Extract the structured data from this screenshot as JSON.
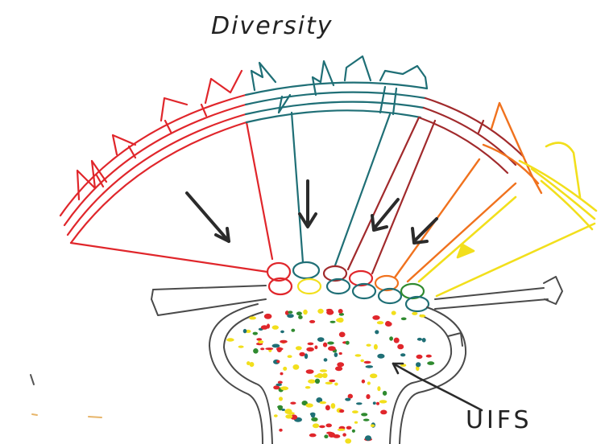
{
  "title": "Diversity",
  "label": "UIFS",
  "colors": {
    "red": "#e0262b",
    "teal": "#1f6f76",
    "darkred": "#a12a2c",
    "orange": "#f0721e",
    "yellow": "#f2df1c",
    "green": "#2f8a2f",
    "ink": "#2b2b2b",
    "grey": "#555555"
  },
  "streams": [
    {
      "name": "red-stream",
      "color": "red"
    },
    {
      "name": "teal-stream",
      "color": "teal"
    },
    {
      "name": "darkred-stream",
      "color": "darkred"
    },
    {
      "name": "orange-stream",
      "color": "orange"
    },
    {
      "name": "yellow-stream",
      "color": "yellow"
    }
  ]
}
